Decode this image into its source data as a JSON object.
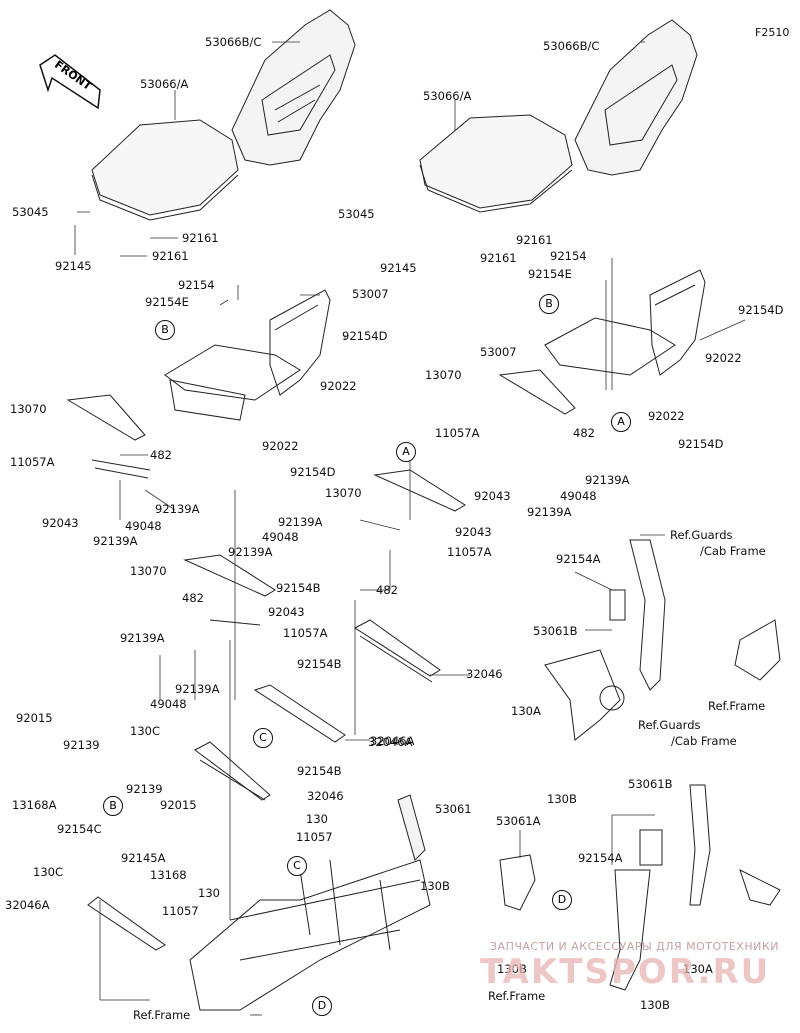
{
  "figure_code": "F2510",
  "front_label": "FRONT",
  "watermark": {
    "line1": "ЗАПЧАСТИ И АКСЕССУАРЫ ДЛЯ МОТОТЕХНИКИ",
    "line2": "TAKTSPOR.RU"
  },
  "callouts": {
    "B": "B",
    "C": "C",
    "D": "D",
    "A": "A"
  },
  "labels": [
    {
      "id": "l1",
      "text": "53066B/C"
    },
    {
      "id": "l2",
      "text": "53066/A"
    },
    {
      "id": "l3",
      "text": "53045"
    },
    {
      "id": "l4",
      "text": "92161"
    },
    {
      "id": "l5",
      "text": "92161"
    },
    {
      "id": "l6",
      "text": "92145"
    },
    {
      "id": "l7",
      "text": "92154"
    },
    {
      "id": "l8",
      "text": "92154E"
    },
    {
      "id": "l9",
      "text": "53007"
    },
    {
      "id": "l10",
      "text": "92154D"
    },
    {
      "id": "l11",
      "text": "92022"
    },
    {
      "id": "l12",
      "text": "92022"
    },
    {
      "id": "l13",
      "text": "92154D"
    },
    {
      "id": "l14",
      "text": "13070"
    },
    {
      "id": "l15",
      "text": "11057A"
    },
    {
      "id": "l16",
      "text": "482"
    },
    {
      "id": "l17",
      "text": "92043"
    },
    {
      "id": "l18",
      "text": "92139A"
    },
    {
      "id": "l19",
      "text": "49048"
    },
    {
      "id": "l20",
      "text": "92139A"
    },
    {
      "id": "l21",
      "text": "13070"
    },
    {
      "id": "l22",
      "text": "482"
    },
    {
      "id": "l23",
      "text": "92043"
    },
    {
      "id": "l24",
      "text": "11057A"
    },
    {
      "id": "l25",
      "text": "92139A"
    },
    {
      "id": "l26",
      "text": "92139A"
    },
    {
      "id": "l27",
      "text": "49048"
    },
    {
      "id": "l28",
      "text": "92154B"
    },
    {
      "id": "l29",
      "text": "130C"
    },
    {
      "id": "l30",
      "text": "32046A"
    },
    {
      "id": "l31",
      "text": "92154B"
    },
    {
      "id": "l32",
      "text": "32046"
    },
    {
      "id": "l33",
      "text": "92015"
    },
    {
      "id": "l34",
      "text": "92139"
    },
    {
      "id": "l35",
      "text": "13168A"
    },
    {
      "id": "l36",
      "text": "92154C"
    },
    {
      "id": "l37",
      "text": "92139"
    },
    {
      "id": "l38",
      "text": "92015"
    },
    {
      "id": "l39",
      "text": "92145A"
    },
    {
      "id": "l40",
      "text": "13168"
    },
    {
      "id": "l41",
      "text": "130C"
    },
    {
      "id": "l42",
      "text": "32046A"
    },
    {
      "id": "l43",
      "text": "130"
    },
    {
      "id": "l44",
      "text": "11057"
    },
    {
      "id": "l45",
      "text": "130"
    },
    {
      "id": "l46",
      "text": "11057"
    },
    {
      "id": "l47",
      "text": "53061"
    },
    {
      "id": "l48",
      "text": "130B"
    },
    {
      "id": "l49",
      "text": "Ref.Frame"
    },
    {
      "id": "r1",
      "text": "53066B/C"
    },
    {
      "id": "r2",
      "text": "53066/A"
    },
    {
      "id": "r3",
      "text": "53045"
    },
    {
      "id": "r4",
      "text": "92161"
    },
    {
      "id": "r5",
      "text": "92161"
    },
    {
      "id": "r6",
      "text": "92145"
    },
    {
      "id": "r7",
      "text": "92154"
    },
    {
      "id": "r8",
      "text": "92154E"
    },
    {
      "id": "r9",
      "text": "53007"
    },
    {
      "id": "r10",
      "text": "13070"
    },
    {
      "id": "r11",
      "text": "92154D"
    },
    {
      "id": "r12",
      "text": "92022"
    },
    {
      "id": "r13",
      "text": "92022"
    },
    {
      "id": "r14",
      "text": "92154D"
    },
    {
      "id": "r15",
      "text": "11057A"
    },
    {
      "id": "r16",
      "text": "482"
    },
    {
      "id": "r17",
      "text": "92139A"
    },
    {
      "id": "r18",
      "text": "92043"
    },
    {
      "id": "r19",
      "text": "49048"
    },
    {
      "id": "r20",
      "text": "92139A"
    },
    {
      "id": "r21",
      "text": "13070"
    },
    {
      "id": "r22",
      "text": "92139A"
    },
    {
      "id": "r23",
      "text": "92043"
    },
    {
      "id": "r24",
      "text": "49048"
    },
    {
      "id": "r25",
      "text": "92139A"
    },
    {
      "id": "r26",
      "text": "11057A"
    },
    {
      "id": "r27",
      "text": "92154B"
    },
    {
      "id": "r28",
      "text": "482"
    },
    {
      "id": "r29",
      "text": "32046"
    },
    {
      "id": "r30",
      "text": "32046A"
    },
    {
      "id": "r31",
      "text": "Ref.Guards"
    },
    {
      "id": "r32",
      "text": "/Cab Frame"
    },
    {
      "id": "r33",
      "text": "92154A"
    },
    {
      "id": "r34",
      "text": "53061B"
    },
    {
      "id": "r35",
      "text": "Ref.Frame"
    },
    {
      "id": "r36",
      "text": "130A"
    },
    {
      "id": "r37",
      "text": "Ref.Guards"
    },
    {
      "id": "r38",
      "text": "/Cab Frame"
    },
    {
      "id": "r39",
      "text": "130B"
    },
    {
      "id": "r40",
      "text": "53061B"
    },
    {
      "id": "r41",
      "text": "53061A"
    },
    {
      "id": "r42",
      "text": "92154A"
    },
    {
      "id": "r43",
      "text": "130B"
    },
    {
      "id": "r44",
      "text": "130A"
    },
    {
      "id": "r45",
      "text": "Ref.Frame"
    },
    {
      "id": "r46",
      "text": "130B"
    }
  ]
}
